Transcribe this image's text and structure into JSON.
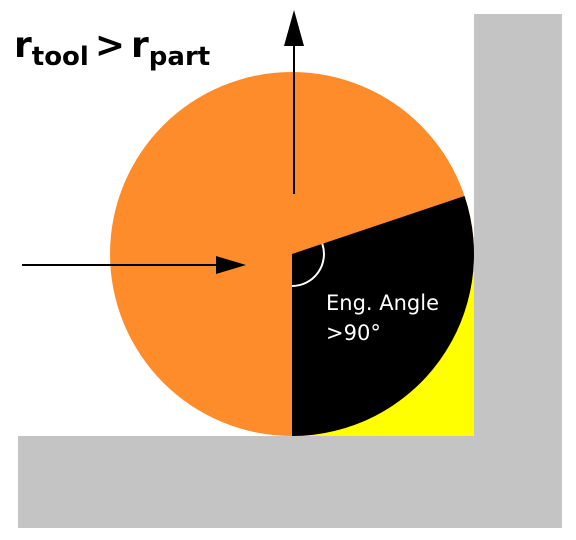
{
  "title": {
    "r1": "r",
    "sub1": "tool",
    "op": ">",
    "r2": "r",
    "sub2": "part"
  },
  "angle_label": {
    "line1": "Eng. Angle",
    "line2": ">90°"
  },
  "colors": {
    "part": "#c4c4c4",
    "tool": "#ff8c2a",
    "engagement": "#000000",
    "contact_edge": "#ffff00",
    "arrow": "#000000",
    "angle_arc": "#ffffff"
  }
}
